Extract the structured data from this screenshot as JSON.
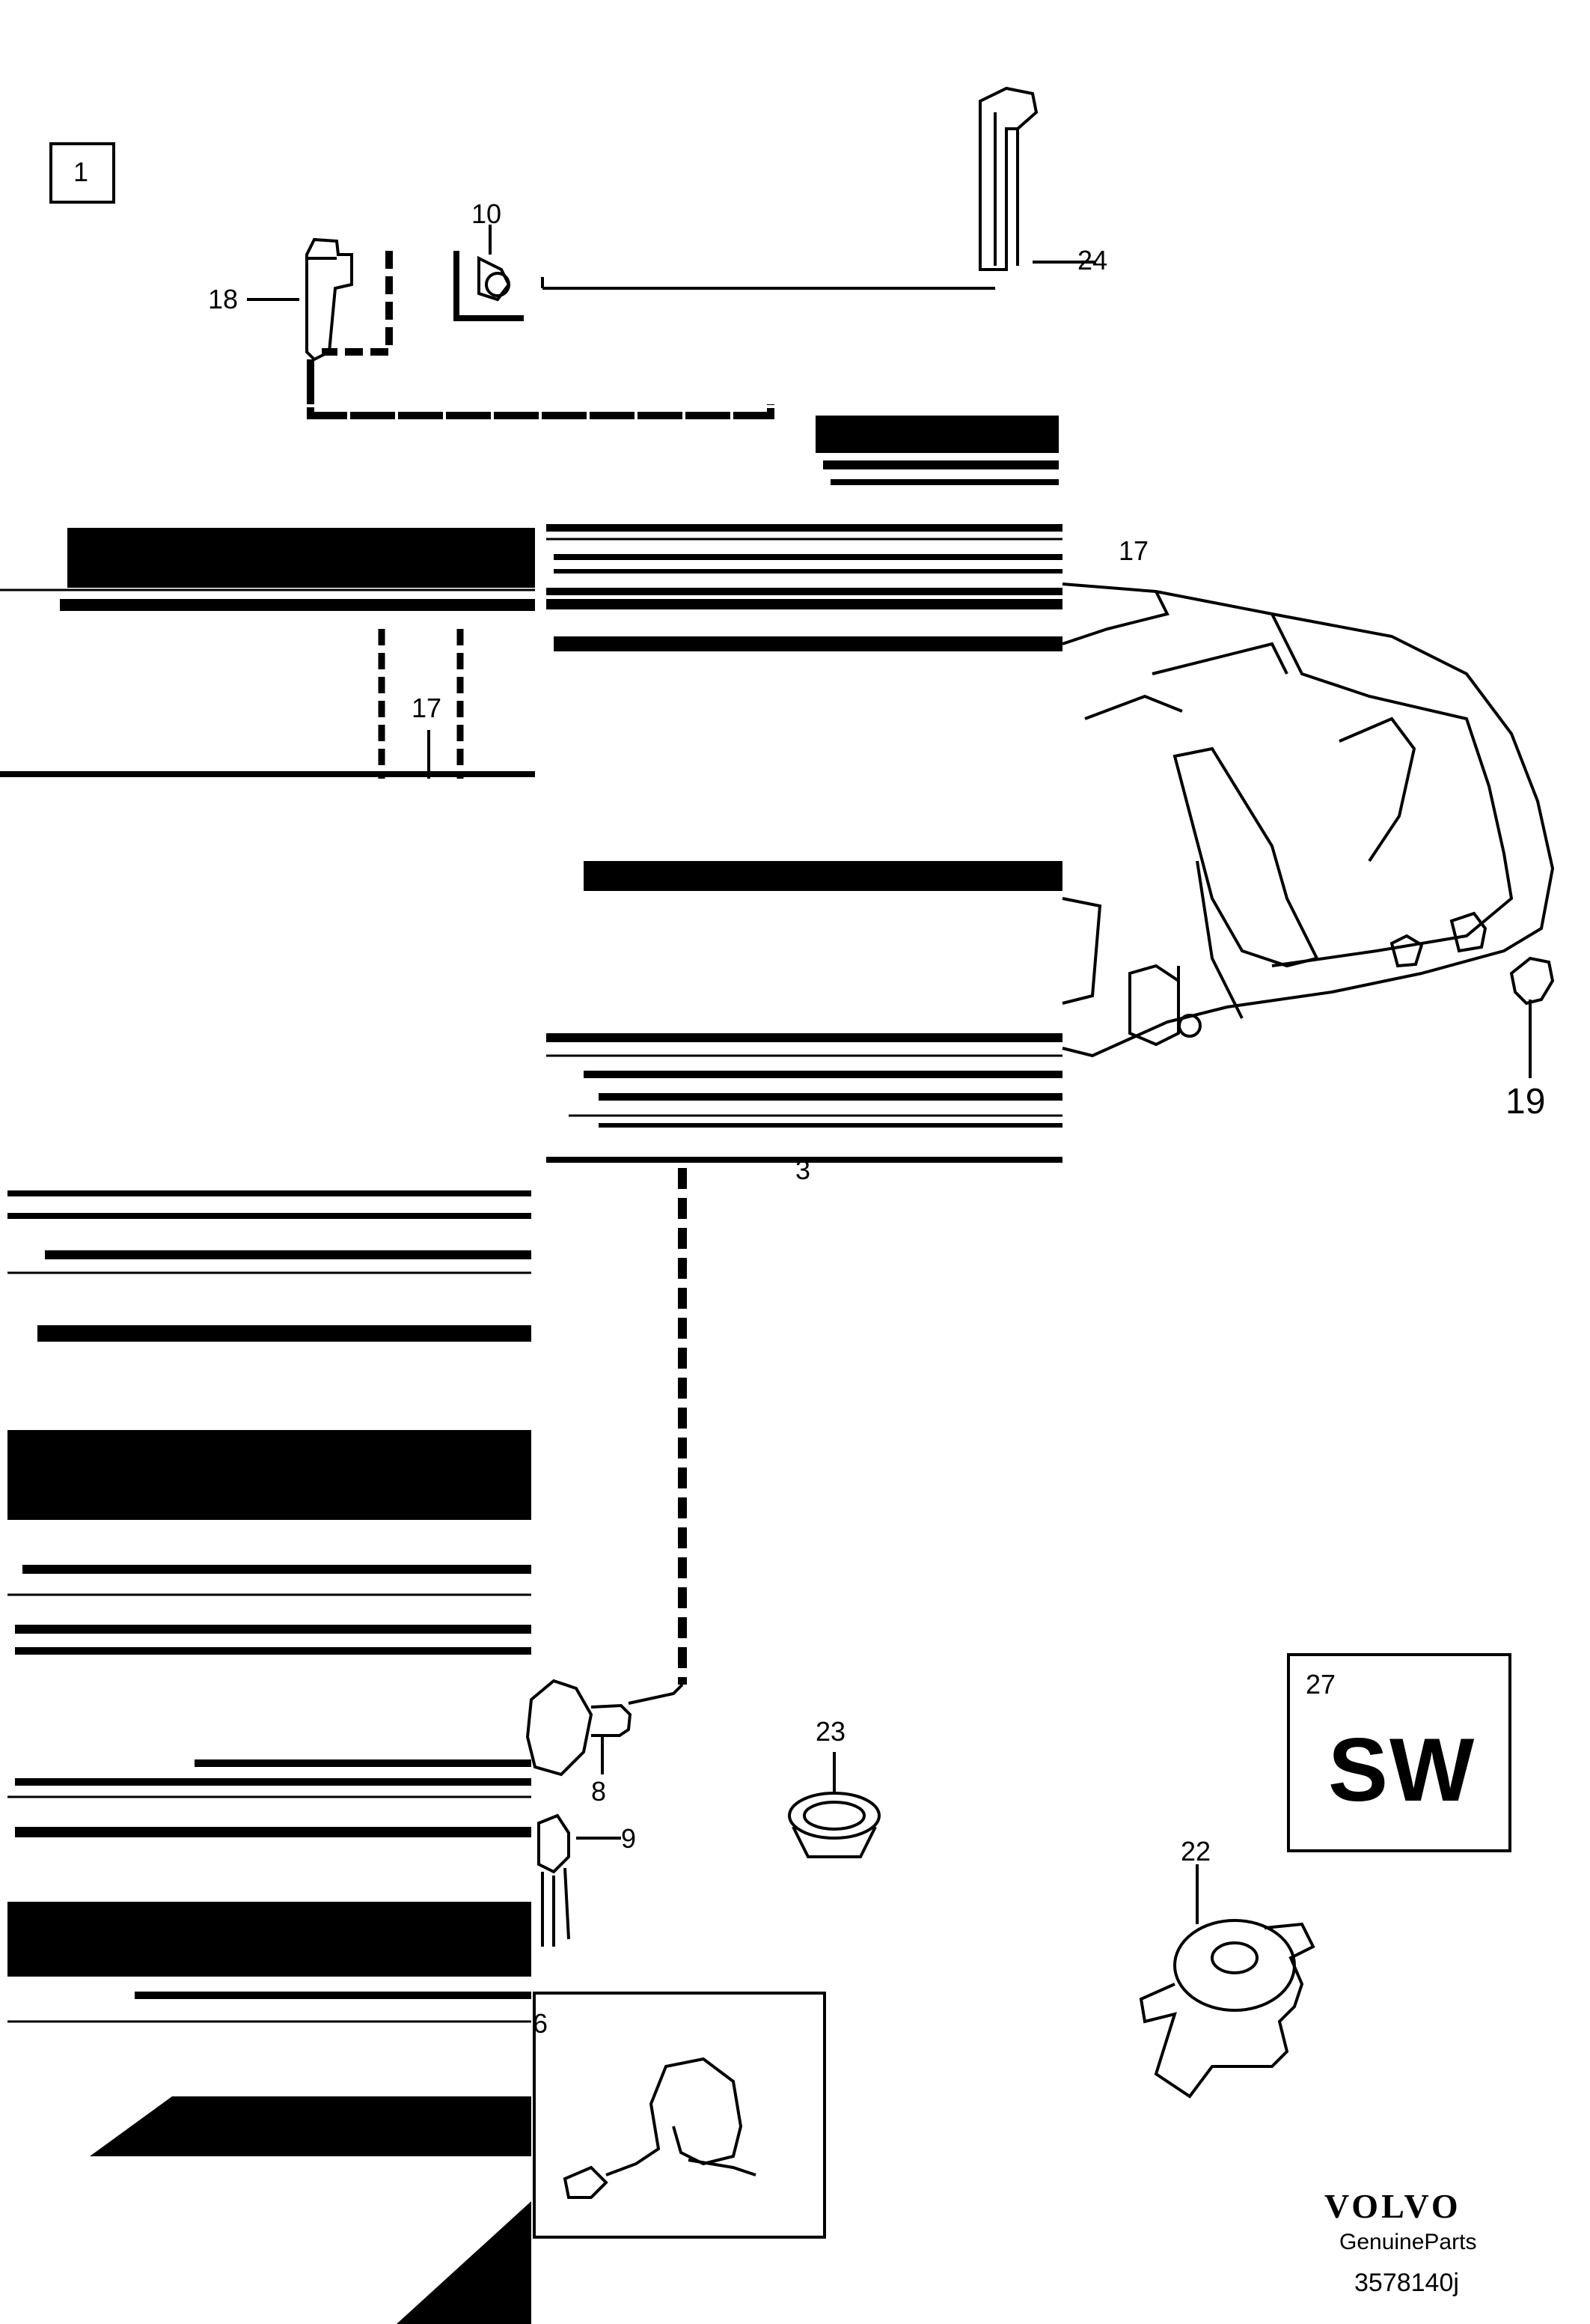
{
  "callouts": {
    "c1": "1",
    "c10": "10",
    "c18": "18",
    "c24": "24",
    "c17_right": "17",
    "c17_left": "17",
    "c19": "19",
    "c3": "3",
    "c23": "23",
    "c8": "8",
    "c9": "9",
    "c27": "27",
    "c22": "22",
    "c6": "6"
  },
  "sw_box": {
    "text": "SW"
  },
  "brand": {
    "logo": "VOLVO",
    "subtitle": "GenuineParts",
    "diagram_code": "3578140j"
  },
  "colors": {
    "ink": "#000000",
    "paper": "#ffffff"
  }
}
